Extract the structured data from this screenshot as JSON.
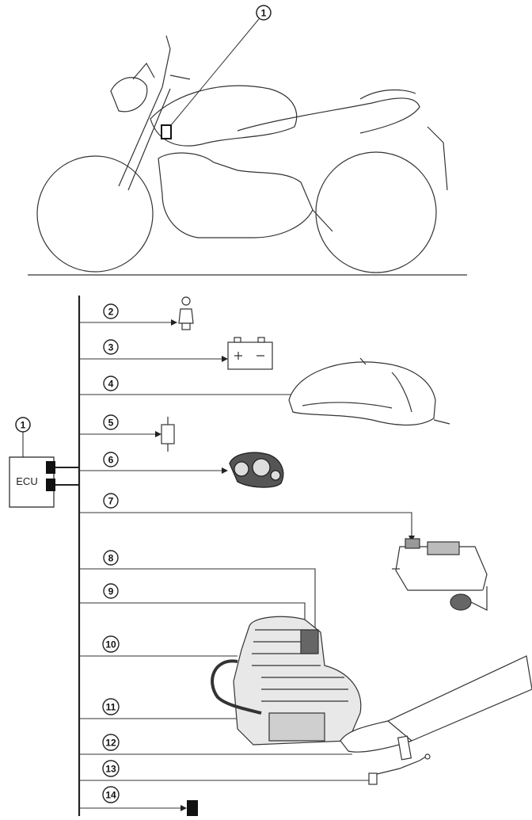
{
  "bike_callout": {
    "number": "1"
  },
  "ecu": {
    "label": "ECU",
    "callout_number": "1"
  },
  "bus_items": [
    {
      "number": "2",
      "component": "lamp-icon"
    },
    {
      "number": "3",
      "component": "battery-icon"
    },
    {
      "number": "4",
      "component": "fuel-tank-icon"
    },
    {
      "number": "5",
      "component": "relay-icon"
    },
    {
      "number": "6",
      "component": "instrument-cluster-icon"
    },
    {
      "number": "7",
      "component": "throttle-body-icon"
    },
    {
      "number": "8",
      "component": "engine-icon"
    },
    {
      "number": "9",
      "component": "engine-icon"
    },
    {
      "number": "10",
      "component": "engine-icon"
    },
    {
      "number": "11",
      "component": "engine-icon"
    },
    {
      "number": "12",
      "component": "exhaust-icon"
    },
    {
      "number": "13",
      "component": "sensor-icon"
    },
    {
      "number": "14",
      "component": "coil-icon"
    }
  ],
  "colors": {
    "line": "#222222",
    "ground": "#555555",
    "fill": "#ffffff"
  }
}
